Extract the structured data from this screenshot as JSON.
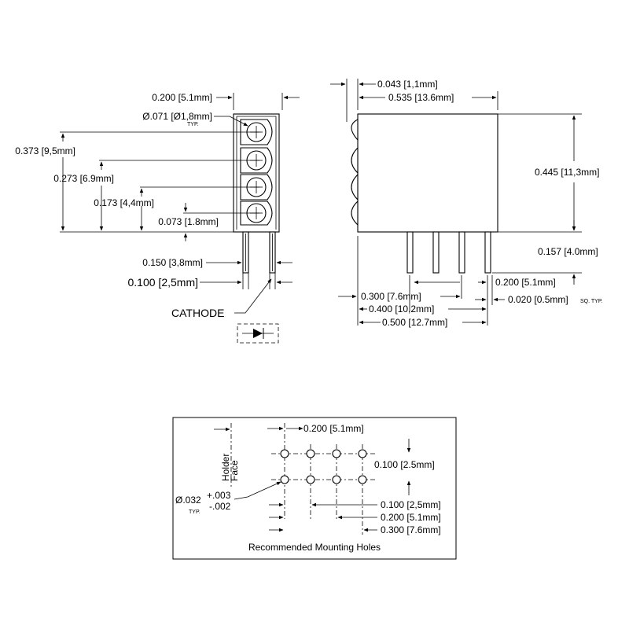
{
  "front_view": {
    "dim_width": "0.200 [5.1mm]",
    "dim_lens_dia": "Ø.071 [Ø1,8mm]",
    "dim_lens_typ": "TYP.",
    "dim_h373": "0.373 [9,5mm]",
    "dim_h273": "0.273 [6.9mm]",
    "dim_h173": "0.173 [4,4mm]",
    "dim_h073": "0.073 [1.8mm]",
    "dim_pin150": "0.150 [3,8mm]",
    "dim_pin100": "0.100 [2,5mm]",
    "cathode_label": "CATHODE"
  },
  "side_view": {
    "dim_043": "0.043 [1,1mm]",
    "dim_535": "0.535 [13.6mm]",
    "dim_445": "0.445 [11,3mm]",
    "dim_157": "0.157 [4.0mm]",
    "dim_200": "0.200 [5.1mm]",
    "dim_300": "0.300 [7.6mm]",
    "dim_400": "0.400 [10,2mm]",
    "dim_500": "0.500 [12.7mm]",
    "dim_020": "0.020 [0.5mm]",
    "dim_020_suffix": "SQ. TYP."
  },
  "mounting_holes": {
    "title": "Recommended Mounting Holes",
    "holder_label": "Holder",
    "face_label": "Face",
    "dim_top": "0.200 [5.1mm]",
    "dim_row": "0.100 [2.5mm]",
    "hole_dia_main": "Ø.032",
    "hole_tol_plus": "+.003",
    "hole_tol_minus": "-.002",
    "hole_typ": "TYP.",
    "dim_b100": "0.100 [2,5mm]",
    "dim_b200": "0.200 [5.1mm]",
    "dim_b300": "0.300 [7.6mm]"
  }
}
